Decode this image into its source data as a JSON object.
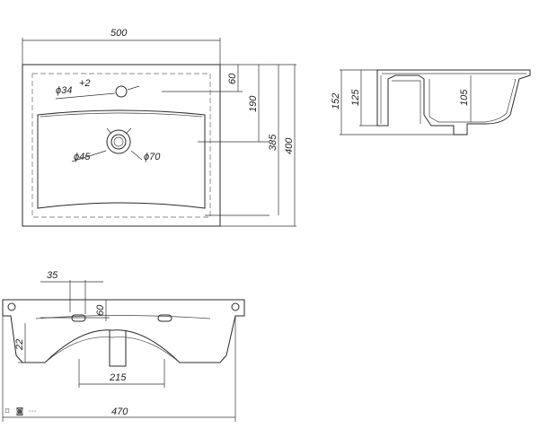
{
  "dimensions": {
    "top_width": "500",
    "faucet_hole_diameter": "ϕ34",
    "faucet_hole_tolerance": "+2",
    "drain_diameter": "ϕ45",
    "drain_outer_diameter": "ϕ70",
    "faucet_offset": "60",
    "drain_center": "190",
    "bowl_depth_len": "385",
    "total_depth": "400",
    "side_height_total": "152",
    "side_height_mid": "125",
    "side_bowl_depth": "105",
    "hole_spacing": "35",
    "hole_offset": "60",
    "rim_height": "22",
    "drain_width": "215",
    "bottom_width": "470"
  },
  "toolbar": {
    "icons": [
      "bookmark-icon",
      "camera-icon",
      "more-icon"
    ]
  }
}
